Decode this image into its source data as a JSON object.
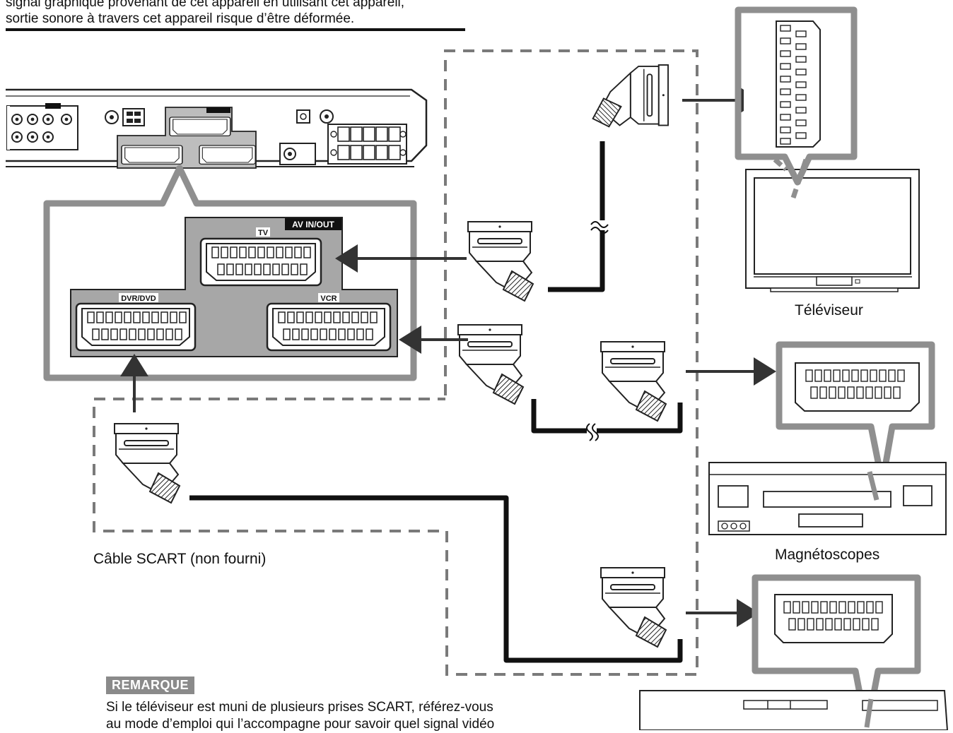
{
  "intro_lines": [
    "signal graphique provenant de cet appareil en utilisant cet appareil,",
    "sortie sonore à travers cet appareil risque d’être déformée."
  ],
  "panel_labels": {
    "av_in_out": "AV IN/OUT",
    "tv": "TV",
    "dvr_dvd": "DVR/DVD",
    "vcr": "VCR"
  },
  "captions": {
    "tv": "Téléviseur",
    "vcr": "Magnétoscopes",
    "cable": "Câble SCART (non fourni)"
  },
  "note": {
    "title": "REMARQUE",
    "lines": [
      "Si le téléviseur est muni de plusieurs prises SCART, référez-vous",
      "au mode d’emploi qui l’accompagne pour savoir quel signal vidéo"
    ]
  },
  "colors": {
    "panel_gray": "#a7a7a7",
    "callout_gray": "#8f8f8f",
    "dash_gray": "#7a7a7a",
    "badge_gray": "#8a8a8a"
  }
}
